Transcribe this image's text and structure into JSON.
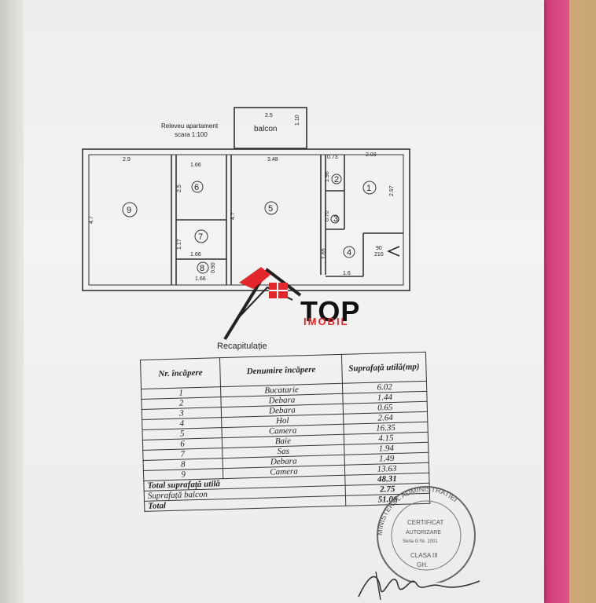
{
  "plan": {
    "title_line1": "Releveu apartament",
    "title_line2": "scara 1:100",
    "balcony_label": "balcon",
    "dims": {
      "balcony_w": "2.5",
      "balcony_h": "1.10",
      "r9_w": "2.9",
      "r9_h": "4.7",
      "r6_w": "1.66",
      "r6_h": "2.5",
      "r7_w": "1.66",
      "r7_h": "1.17",
      "r8_w": "1.66",
      "r8_h": "0.90",
      "r5_w": "3.48",
      "r5_h": "4.7",
      "r2_w": "0.73",
      "r2_h": "1.96",
      "r1_w": "2.03",
      "r1_h": "2.97",
      "r3_h": "0.70",
      "r4_h": "1.65",
      "r4_w": "1.6",
      "door_top": "90",
      "door_bottom": "210"
    },
    "rooms": [
      "1",
      "2",
      "3",
      "4",
      "5",
      "6",
      "7",
      "8",
      "9"
    ]
  },
  "logo": {
    "top": "TOP",
    "imobil": "IMOBIL"
  },
  "recap": {
    "title": "Recapitulație",
    "headers": [
      "Nr. încăpere",
      "Denumire încăpere",
      "Suprafață utilă(mp)"
    ],
    "rows": [
      {
        "nr": "1",
        "name": "Bucatarie",
        "area": "6.02"
      },
      {
        "nr": "2",
        "name": "Debara",
        "area": "1.44"
      },
      {
        "nr": "3",
        "name": "Debara",
        "area": "0.65"
      },
      {
        "nr": "4",
        "name": "Hol",
        "area": "2.64"
      },
      {
        "nr": "5",
        "name": "Camera",
        "area": "16.35"
      },
      {
        "nr": "6",
        "name": "Baie",
        "area": "4.15"
      },
      {
        "nr": "7",
        "name": "Sas",
        "area": "1.94"
      },
      {
        "nr": "8",
        "name": "Debara",
        "area": "1.49"
      },
      {
        "nr": "9",
        "name": "Camera",
        "area": "13.63"
      }
    ],
    "totals": [
      {
        "label": "Total suprafață utilă",
        "area": "48.31"
      },
      {
        "label": "Suprafață balcon",
        "area": "2.75"
      },
      {
        "label": "Total",
        "area": "51.06"
      }
    ]
  },
  "stamp": {
    "arc_text": "MINISTERUL ADMINISTRATIEI",
    "line1": "CERTIFICAT",
    "line2": "AUTORIZARE",
    "line3": "Seria G Nr. 1001",
    "line4": "CLASA III",
    "line5": "GH."
  },
  "colors": {
    "folder": "#d63e7a",
    "logo_red": "#e3262b"
  }
}
